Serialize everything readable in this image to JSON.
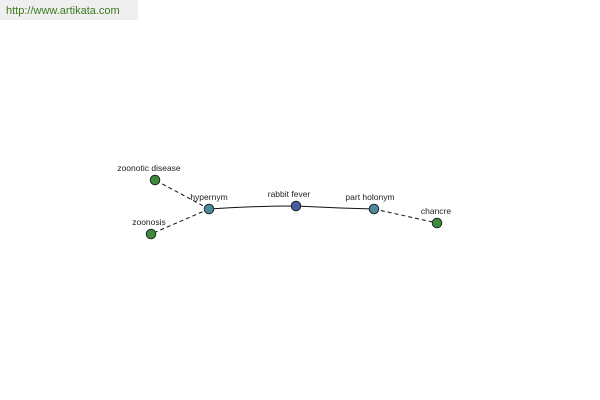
{
  "source": {
    "url": "http://www.artikata.com"
  },
  "colors": {
    "center_node": "#4a5aa0",
    "relation_node": "#4a8a9a",
    "leaf_node": "#3f8a3f",
    "edge": "#111111",
    "link": "#3a7a1e"
  },
  "graph": {
    "nodes": [
      {
        "id": "rabbit-fever",
        "label": "rabbit fever",
        "kind": "center"
      },
      {
        "id": "hypernym",
        "label": "hypernym",
        "kind": "relation"
      },
      {
        "id": "part-holonym",
        "label": "part holonym",
        "kind": "relation"
      },
      {
        "id": "zoonotic-disease",
        "label": "zoonotic disease",
        "kind": "leaf"
      },
      {
        "id": "zoonosis",
        "label": "zoonosis",
        "kind": "leaf"
      },
      {
        "id": "chancre",
        "label": "chancre",
        "kind": "leaf"
      }
    ],
    "edges": [
      {
        "from": "rabbit-fever",
        "to": "hypernym",
        "style": "solid"
      },
      {
        "from": "rabbit-fever",
        "to": "part-holonym",
        "style": "solid"
      },
      {
        "from": "hypernym",
        "to": "zoonotic-disease",
        "style": "dashed"
      },
      {
        "from": "hypernym",
        "to": "zoonosis",
        "style": "dashed"
      },
      {
        "from": "part-holonym",
        "to": "chancre",
        "style": "dashed"
      }
    ]
  }
}
